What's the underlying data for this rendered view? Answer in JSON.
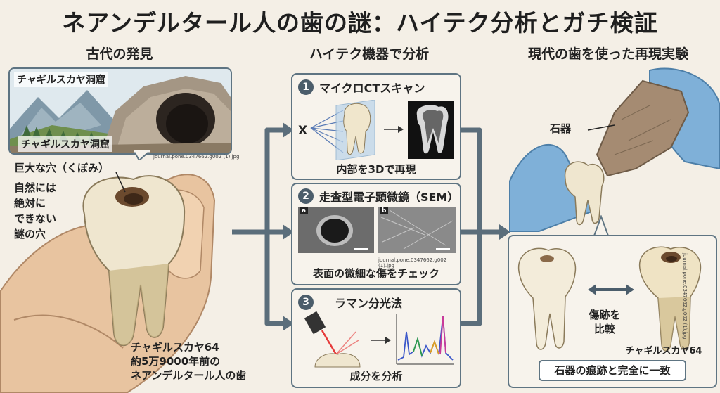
{
  "title": "ネアンデルタール人の歯の謎：ハイテク分析とガチ検証",
  "sections": {
    "left": "古代の発見",
    "middle": "ハイテク機器で分析",
    "right": "現代の歯を使った再現実験"
  },
  "cave": {
    "label_top": "チャギルスカヤ洞窟",
    "label_bottom": "チャギルスカヤ洞窟",
    "source": "journal.pone.0347662.g002 (1).jpg"
  },
  "tooth_notes": {
    "hole": "巨大な穴（くぼみ）",
    "line1": "自然には",
    "line2": "絶対に",
    "line3": "できない",
    "line4": "謎の穴"
  },
  "specimen": {
    "line1": "チャギルスカヤ64",
    "line2": "約5万9000年前の",
    "line3": "ネアンデルタール人の歯"
  },
  "steps": [
    {
      "num": "1",
      "title": "マイクロCTスキャン",
      "xray_label": "X",
      "caption": "内部を3Dで再現"
    },
    {
      "num": "2",
      "title": "走査型電子顕微鏡（SEM）",
      "img_a": "a",
      "img_b": "b",
      "source": "journal.pone.0347662.g002 (1).jpg",
      "caption": "表面の微細な傷をチェック"
    },
    {
      "num": "3",
      "title": "ラマン分光法",
      "caption": "成分を分析"
    }
  ],
  "experiment": {
    "stone_tool": "石器",
    "compare_line1": "傷跡を",
    "compare_line2": "比較",
    "specimen": "チャギルスカヤ64",
    "result": "石器の痕跡と完全に一致",
    "source": "journal.pone.0347662.g002 (1).jpg"
  },
  "colors": {
    "panel_border": "#5e7482",
    "arrow": "#5b6e7b",
    "background": "#f4efe6"
  }
}
